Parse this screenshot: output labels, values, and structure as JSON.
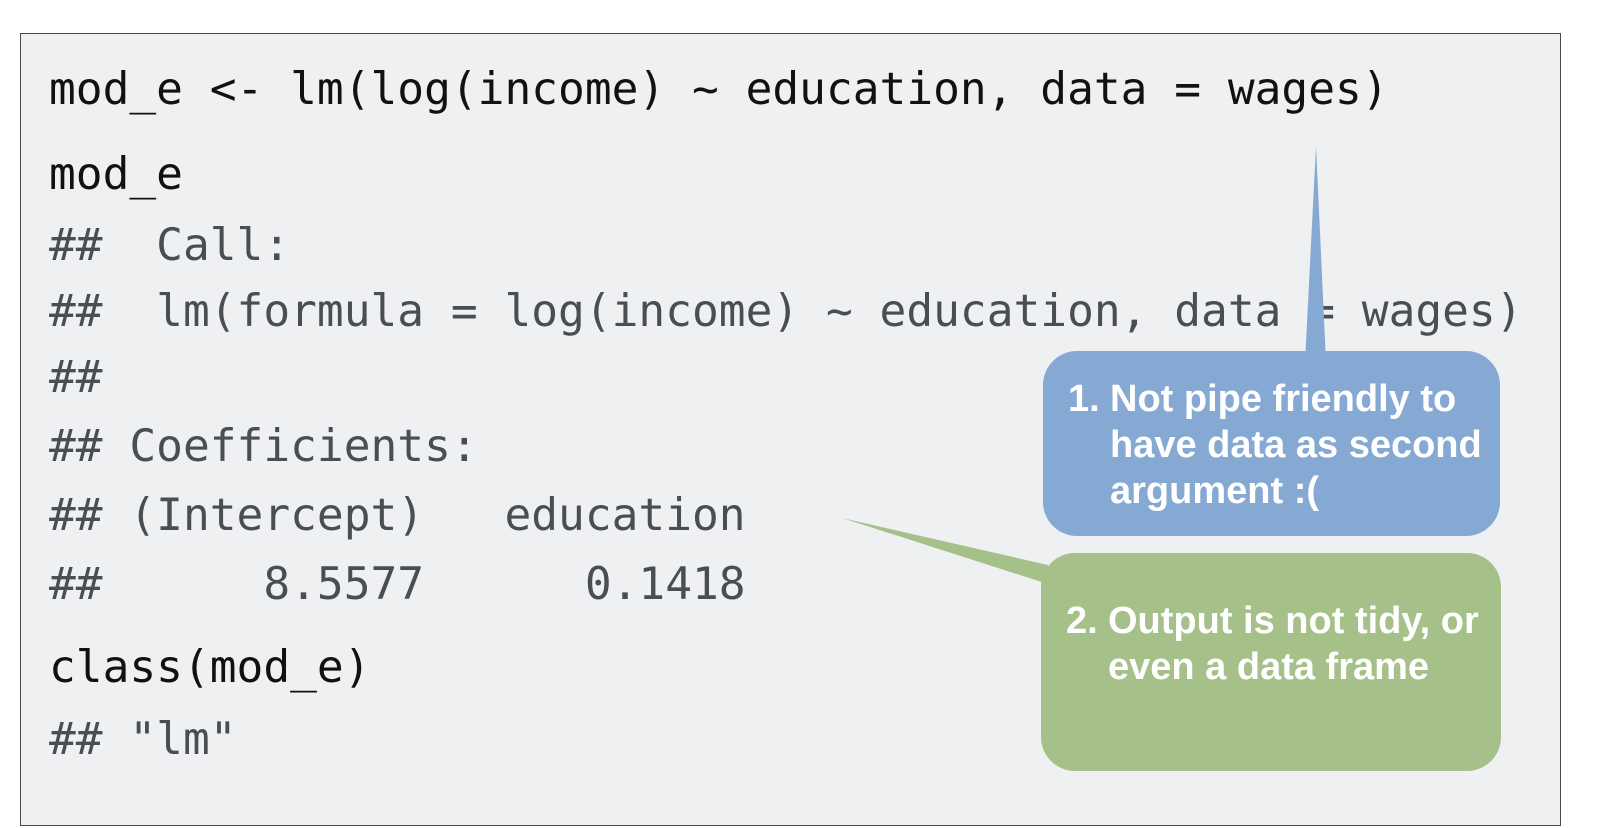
{
  "code": {
    "lines": [
      {
        "kind": "input",
        "text": "mod_e <- lm(log(income) ~ education, data = wages)"
      },
      {
        "kind": "input",
        "text": "mod_e"
      },
      {
        "kind": "output",
        "text": "##  Call:"
      },
      {
        "kind": "output",
        "text": "##  lm(formula = log(income) ~ education, data = wages)"
      },
      {
        "kind": "output",
        "text": "##"
      },
      {
        "kind": "output",
        "text": "## Coefficients:"
      },
      {
        "kind": "output",
        "text": "## (Intercept)   education"
      },
      {
        "kind": "output",
        "text": "##      8.5577      0.1418"
      },
      {
        "kind": "input",
        "text": "class(mod_e)"
      },
      {
        "kind": "output",
        "text": "## \"lm\""
      }
    ]
  },
  "callouts": [
    {
      "marker": "1.",
      "text": "Not pipe friendly to have data as second argument :(",
      "color": "#86a9d3"
    },
    {
      "marker": "2.",
      "text": "Output is not tidy, or even a data frame",
      "color": "#a5c088"
    }
  ]
}
